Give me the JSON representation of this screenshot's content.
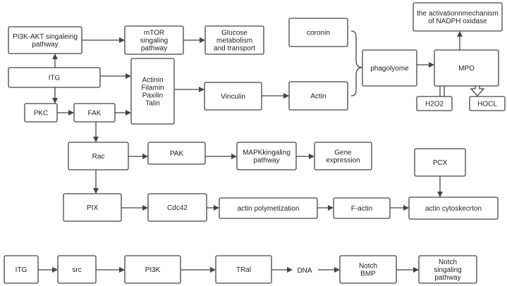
{
  "nodes": [
    {
      "id": "pi3k_akt",
      "lines": [
        "PI3K-AKT singaleing",
        "pathway"
      ]
    },
    {
      "id": "mtor",
      "lines": [
        "mTOR",
        "singaling",
        "pathway"
      ]
    },
    {
      "id": "glucose",
      "lines": [
        "Glucose",
        "metabolism",
        "and transport"
      ]
    },
    {
      "id": "itg_top",
      "lines": [
        "ITG"
      ]
    },
    {
      "id": "actinin",
      "lines": [
        "Actinin",
        "Filamin",
        "Paxilin",
        "Talin"
      ]
    },
    {
      "id": "vinculin",
      "lines": [
        "Vinculin"
      ]
    },
    {
      "id": "coronin",
      "lines": [
        "coronin"
      ]
    },
    {
      "id": "actin",
      "lines": [
        "Actin"
      ]
    },
    {
      "id": "phagolyome",
      "lines": [
        "phagolyome"
      ]
    },
    {
      "id": "mpo",
      "lines": [
        "MPO"
      ]
    },
    {
      "id": "nadph",
      "lines": [
        "the activationnmechanism",
        "of NADPH oxidase"
      ]
    },
    {
      "id": "h2o2",
      "lines": [
        "H2O2"
      ]
    },
    {
      "id": "hocl",
      "lines": [
        "HOCL"
      ]
    },
    {
      "id": "pkc",
      "lines": [
        "PKC"
      ]
    },
    {
      "id": "fak",
      "lines": [
        "FAK"
      ]
    },
    {
      "id": "rac",
      "lines": [
        "Rac"
      ]
    },
    {
      "id": "pak",
      "lines": [
        "PAK"
      ]
    },
    {
      "id": "mapk",
      "lines": [
        "MAPKkingaling",
        "pathway"
      ]
    },
    {
      "id": "gene",
      "lines": [
        "Gene",
        "expression"
      ]
    },
    {
      "id": "pcx",
      "lines": [
        "PCX"
      ]
    },
    {
      "id": "pix",
      "lines": [
        "PIX"
      ]
    },
    {
      "id": "cdc42",
      "lines": [
        "Cdc42"
      ]
    },
    {
      "id": "actin_poly",
      "lines": [
        "actin polymetization"
      ]
    },
    {
      "id": "factin",
      "lines": [
        "F-actin"
      ]
    },
    {
      "id": "cytosk",
      "lines": [
        "actin cytoskecrton"
      ]
    },
    {
      "id": "itg_bot",
      "lines": [
        "ITG"
      ]
    },
    {
      "id": "src",
      "lines": [
        "src"
      ]
    },
    {
      "id": "pi3k",
      "lines": [
        "PI3K"
      ]
    },
    {
      "id": "tral",
      "lines": [
        "TRal"
      ]
    },
    {
      "id": "notch_bmp",
      "lines": [
        "Notch",
        "BMP"
      ]
    },
    {
      "id": "notch_path",
      "lines": [
        "Notch",
        "singaling",
        "pathway"
      ]
    }
  ],
  "free_labels": [
    {
      "id": "dna",
      "text": "DNA"
    }
  ],
  "edges": [
    {
      "from": "itg_top",
      "to": "pi3k_akt"
    },
    {
      "from": "pi3k_akt",
      "to": "mtor"
    },
    {
      "from": "mtor",
      "to": "glucose"
    },
    {
      "from": "itg_top",
      "to": "actinin"
    },
    {
      "from": "itg_top",
      "to": "pkc"
    },
    {
      "from": "pkc",
      "to": "fak"
    },
    {
      "from": "fak",
      "to": "actinin"
    },
    {
      "from": "actinin",
      "to": "vinculin"
    },
    {
      "from": "vinculin",
      "to": "actin"
    },
    {
      "from": "phagolyome",
      "to": "mpo"
    },
    {
      "from": "mpo",
      "to": "nadph"
    },
    {
      "from": "fak",
      "to": "rac"
    },
    {
      "from": "rac",
      "to": "pak"
    },
    {
      "from": "pak",
      "to": "mapk"
    },
    {
      "from": "mapk",
      "to": "gene"
    },
    {
      "from": "rac",
      "to": "pix"
    },
    {
      "from": "pix",
      "to": "cdc42"
    },
    {
      "from": "cdc42",
      "to": "actin_poly"
    },
    {
      "from": "actin_poly",
      "to": "factin"
    },
    {
      "from": "factin",
      "to": "cytosk"
    },
    {
      "from": "pcx",
      "to": "cytosk"
    },
    {
      "from": "itg_bot",
      "to": "src"
    },
    {
      "from": "src",
      "to": "pi3k"
    },
    {
      "from": "pi3k",
      "to": "tral"
    },
    {
      "from": "tral",
      "to": "dna"
    },
    {
      "from": "dna",
      "to": "notch_bmp"
    },
    {
      "from": "notch_bmp",
      "to": "notch_path"
    }
  ]
}
